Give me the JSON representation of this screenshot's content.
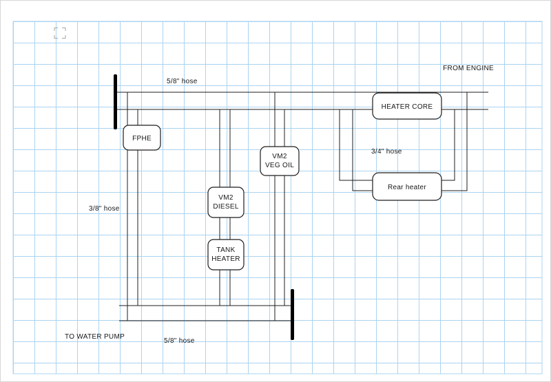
{
  "diagram": {
    "labels": {
      "from_engine": "FROM ENGINE",
      "hose_top": "5/8\" hose",
      "hose_left": "3/8\" hose",
      "hose_right": "3/4\" hose",
      "hose_bottom": "5/8\" hose",
      "to_water_pump": "TO WATER PUMP"
    },
    "nodes": {
      "fphe": {
        "label": "FPHE"
      },
      "vm2_diesel": {
        "line1": "VM2",
        "line2": "DIESEL"
      },
      "tank_heater": {
        "line1": "TANK",
        "line2": "HEATER"
      },
      "vm2_veg_oil": {
        "line1": "VM2",
        "line2": "VEG OIL"
      },
      "heater_core": {
        "label": "HEATER CORE"
      },
      "rear_heater": {
        "label": "Rear heater"
      }
    },
    "colors": {
      "grid": "#abd3f0",
      "pipe": "#1c1c1c",
      "node_fill": "#ffffff",
      "paper": "#ffffff"
    }
  }
}
